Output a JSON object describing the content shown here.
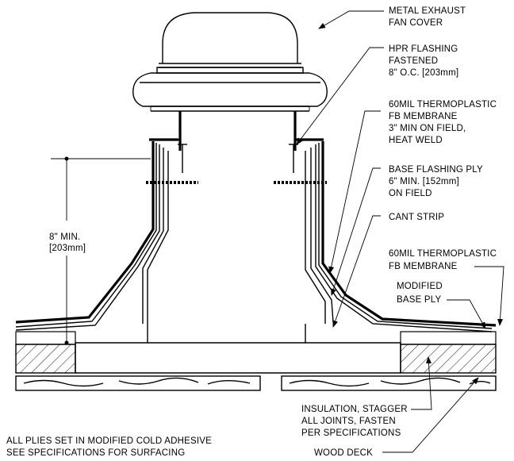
{
  "labels": {
    "fan_cover": [
      "METAL EXHAUST",
      "FAN COVER"
    ],
    "hpr_flashing": [
      "HPR FLASHING",
      "FASTENED",
      "8\" O.C. [203mm]"
    ],
    "membrane_field": [
      "60MIL THERMOPLASTIC",
      "FB MEMBRANE",
      "3\" MIN  ON FIELD,",
      "HEAT WELD"
    ],
    "base_flashing_ply": [
      "BASE FLASHING PLY",
      "6\" MIN. [152mm]",
      "ON FIELD"
    ],
    "cant_strip": [
      "CANT STRIP"
    ],
    "membrane": [
      "60MIL THERMOPLASTIC",
      "FB MEMBRANE"
    ],
    "modified_base_ply": [
      "MODIFIED",
      "BASE PLY"
    ],
    "min_height": [
      "8\" MIN.",
      "[203mm]"
    ],
    "insulation": [
      "INSULATION, STAGGER",
      "ALL JOINTS, FASTEN",
      "PER SPECIFICATIONS"
    ],
    "wood_deck": [
      "WOOD DECK"
    ],
    "general_notes": [
      "ALL PLIES SET IN MODIFIED COLD ADHESIVE",
      "SEE SPECIFICATIONS FOR SURFACING"
    ]
  }
}
